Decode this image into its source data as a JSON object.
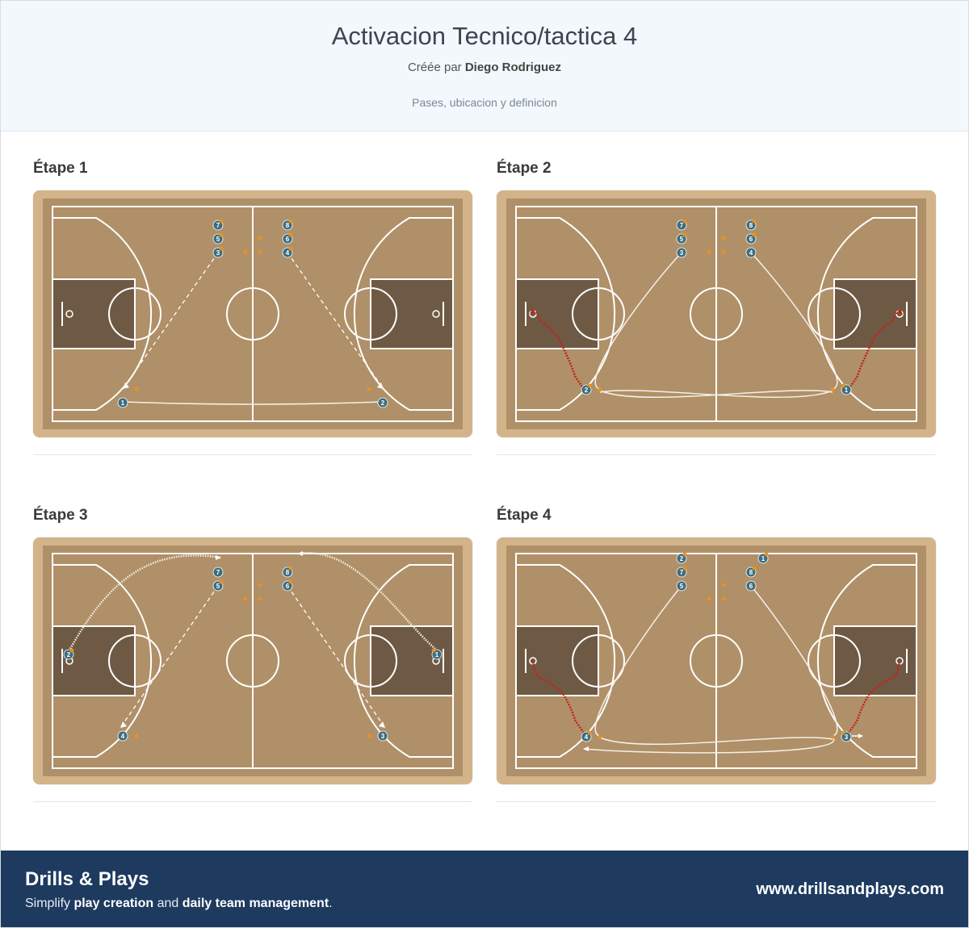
{
  "header": {
    "title": "Activacion Tecnico/tactica 4",
    "author_prefix": "Créée par",
    "author_name": "Diego Rodriguez",
    "description": "Pases, ubicacion y definicion"
  },
  "steps": [
    {
      "label": "Étape 1"
    },
    {
      "label": "Étape 2"
    },
    {
      "label": "Étape 3"
    },
    {
      "label": "Étape 4"
    }
  ],
  "court": {
    "wood_color": "#b09068",
    "line_color": "#ffffff",
    "paint_color": "#6e5a44",
    "player_color": "#3f6d7d",
    "ball_color": "#e8921e",
    "dribble_color": "#c0241b",
    "frame_color": "#d3b48a"
  },
  "diagrams": [
    {
      "players": [
        {
          "label": "7"
        },
        {
          "label": "5"
        },
        {
          "label": "3"
        },
        {
          "label": "8"
        },
        {
          "label": "6"
        },
        {
          "label": "4"
        },
        {
          "label": "1"
        },
        {
          "label": "2"
        }
      ]
    },
    {
      "players": [
        {
          "label": "7"
        },
        {
          "label": "5"
        },
        {
          "label": "3"
        },
        {
          "label": "8"
        },
        {
          "label": "6"
        },
        {
          "label": "4"
        },
        {
          "label": "2"
        },
        {
          "label": "1"
        }
      ]
    },
    {
      "players": [
        {
          "label": "7"
        },
        {
          "label": "5"
        },
        {
          "label": "8"
        },
        {
          "label": "6"
        },
        {
          "label": "2"
        },
        {
          "label": "1"
        },
        {
          "label": "4"
        },
        {
          "label": "3"
        }
      ]
    },
    {
      "players": [
        {
          "label": "2"
        },
        {
          "label": "7"
        },
        {
          "label": "5"
        },
        {
          "label": "1"
        },
        {
          "label": "8"
        },
        {
          "label": "6"
        },
        {
          "label": "4"
        },
        {
          "label": "3"
        }
      ]
    }
  ],
  "footer": {
    "brand": "Drills & Plays",
    "tagline_1": "Simplify ",
    "tagline_2": "play creation",
    "tagline_3": " and ",
    "tagline_4": "daily team management",
    "tagline_5": ".",
    "url": "www.drillsandplays.com"
  }
}
